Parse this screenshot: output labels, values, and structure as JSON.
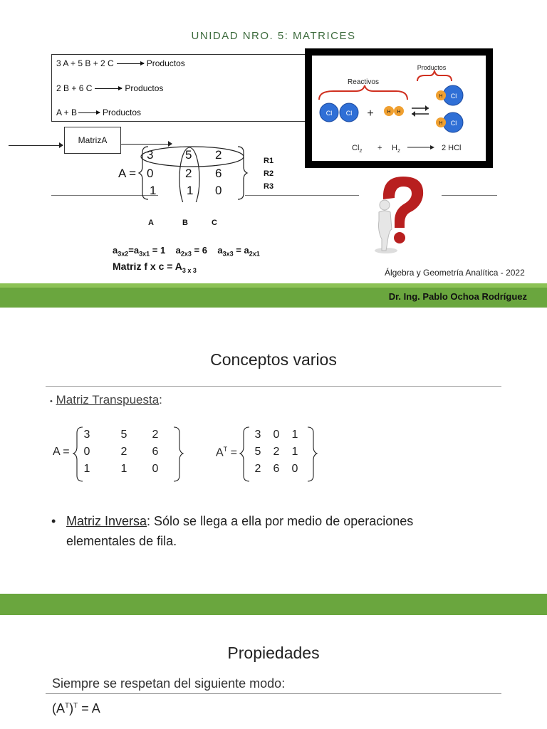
{
  "slide1": {
    "title": "UNIDAD NRO. 5: MATRICES",
    "reactions": [
      {
        "lhs": "3 A + 5 B + 2 C",
        "rhs": "Productos"
      },
      {
        "lhs": "2 B + 6 C",
        "rhs": "Productos"
      },
      {
        "lhs": "A + B",
        "rhs": "Productos"
      }
    ],
    "matriz_box": "MatrizA",
    "matrix_label": "A =",
    "matrix": [
      [
        "3",
        "5",
        "2"
      ],
      [
        "0",
        "2",
        "6"
      ],
      [
        "1",
        "1",
        "0"
      ]
    ],
    "row_labels": [
      "R1",
      "R2",
      "R3"
    ],
    "col_labels": [
      "A",
      "B",
      "C"
    ],
    "chem_image": {
      "productos": "Productos",
      "reactivos": "Reactivos",
      "plus": "+",
      "atom_cl": "Cl",
      "atom_h": "H",
      "eq_left": "Cl",
      "eq_left_sub": "2",
      "eq_plus": "+",
      "eq_mid": "H",
      "eq_mid_sub": "2",
      "eq_right": "2 HCl"
    },
    "notation_line1": {
      "p1": "a",
      "s1": "3x2",
      "p2": "=a",
      "s2": "3x1",
      "p3": " = 1    a",
      "s3": "2x3",
      "p4": " = 6    a",
      "s4": "3x3",
      "p5": " = a",
      "s5": "2x1"
    },
    "notation_line2": {
      "text": "Matriz f x c = A",
      "sub": "3 x 3"
    },
    "course": "Álgebra y Geometría Analítica - 2022",
    "author": "Dr. Ing. Pablo Ochoa Rodríguez",
    "colors": {
      "green_bar": "#6aa63e",
      "title_green": "#3d6b3d",
      "cl_blue": "#2f6fd6",
      "h_orange": "#f0a030",
      "bracket_red": "#d03020",
      "question_red": "#b81f1f"
    }
  },
  "slide2": {
    "title": "Conceptos varios",
    "bullet1": {
      "label": "Matriz Transpuesta",
      "suffix": ":"
    },
    "a_label": "A =",
    "a_matrix": [
      [
        "3",
        "5",
        "2"
      ],
      [
        "0",
        "2",
        "6"
      ],
      [
        "1",
        "1",
        "0"
      ]
    ],
    "at_label_base": "A",
    "at_label_sup": "T",
    "at_label_eq": " =",
    "at_matrix": [
      [
        "3",
        "0",
        "1"
      ],
      [
        "5",
        "2",
        "1"
      ],
      [
        "2",
        "6",
        "0"
      ]
    ],
    "bullet2": {
      "label": "Matriz Inversa",
      "text1": ": Sólo se llega a ella por medio de operaciones",
      "text2": "elementales de fila."
    }
  },
  "slide3": {
    "title": "Propiedades",
    "subtitle": "Siempre se respetan del siguiente modo:",
    "formula": {
      "p1": "(A",
      "s1": "T",
      "p2": ")",
      "s2": "T",
      "p3": " = A"
    }
  }
}
